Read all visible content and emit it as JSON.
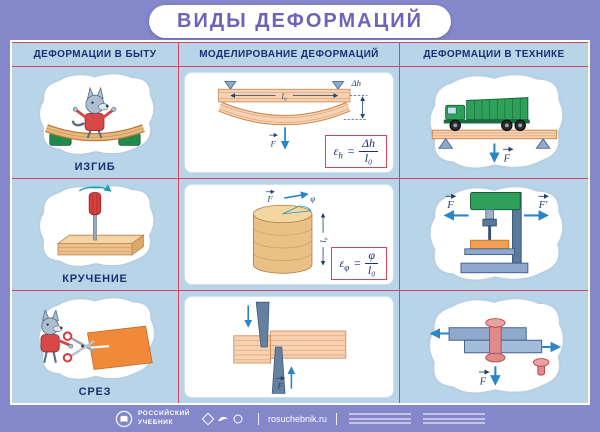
{
  "title": "ВИДЫ ДЕФОРМАЦИЙ",
  "columns": {
    "left": "ДЕФОРМАЦИИ В БЫТУ",
    "middle": "МОДЕЛИРОВАНИЕ ДЕФОРМАЦИЙ",
    "right": "ДЕФОРМАЦИИ В ТЕХНИКЕ"
  },
  "rows": {
    "bending": {
      "label": "ИЗГИБ"
    },
    "torsion": {
      "label": "КРУЧЕНИЕ"
    },
    "shear": {
      "label": "СРЕЗ"
    }
  },
  "formulas": {
    "bending": {
      "symbol": "ε",
      "sub": "h",
      "equals": "=",
      "numerator": "Δh",
      "denominator": "l₀"
    },
    "torsion": {
      "symbol": "ε",
      "sub": "φ",
      "equals": "=",
      "numerator": "φ",
      "denominator": "l₀"
    }
  },
  "labels": {
    "force": "F",
    "force_prime": "F′",
    "length": "l₀",
    "delta_h": "Δh",
    "phi": "φ"
  },
  "footer": {
    "publisher_line1": "РОССИЙСКИЙ",
    "publisher_line2": "УЧЕБНИК",
    "site": "rosuchebnik.ru"
  },
  "colors": {
    "frame": "#8487ca",
    "board": "#b7d4e9",
    "grid_line": "#d6445c",
    "heading_text": "#1c2f6e",
    "title_text": "#6f63b8",
    "force_arrow": "#2b86c8"
  }
}
